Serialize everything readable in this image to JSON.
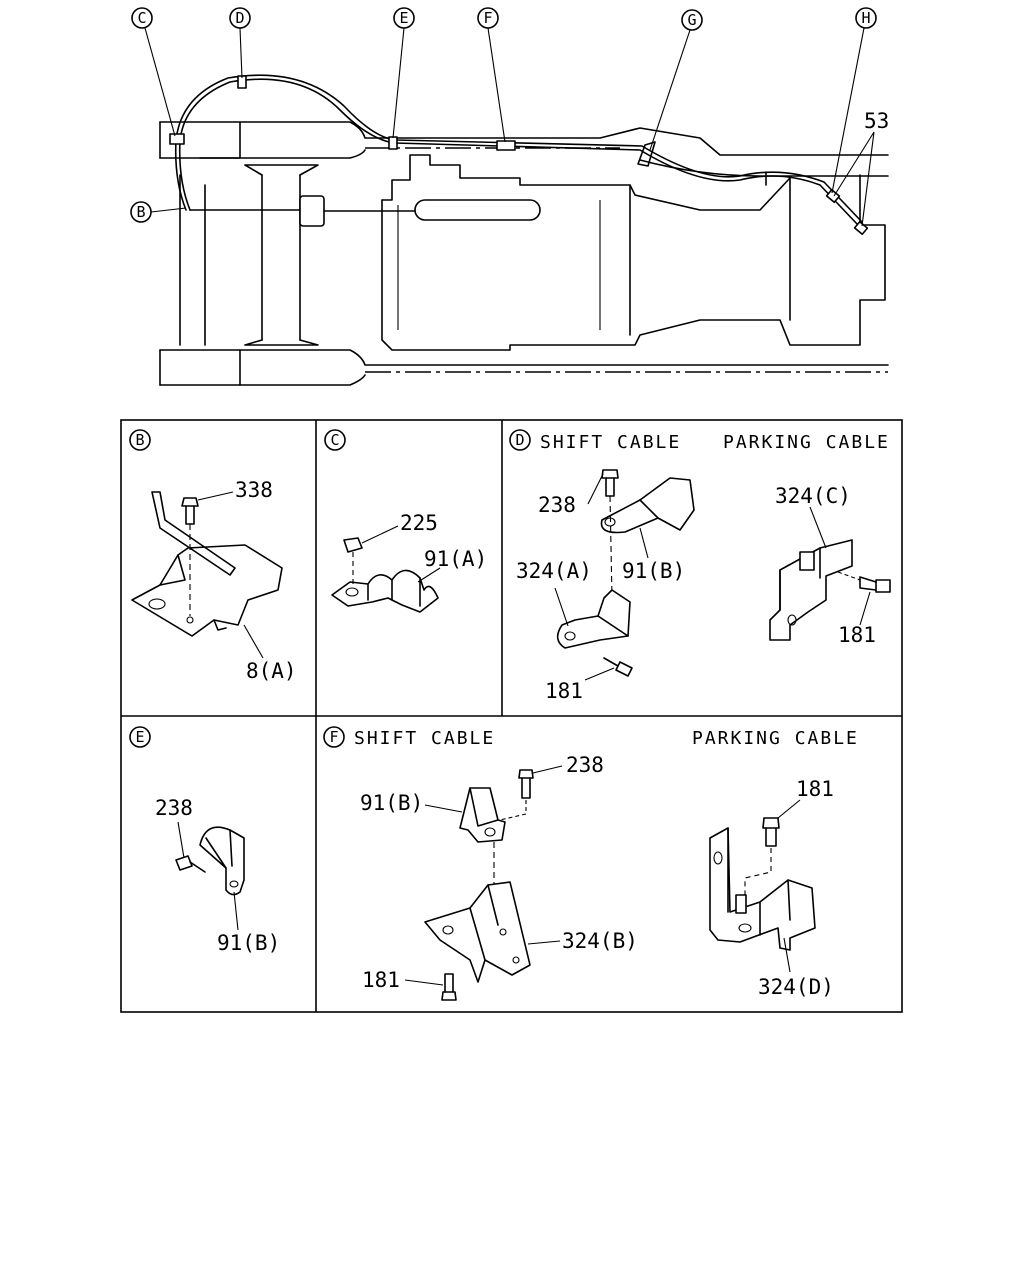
{
  "overview": {
    "callouts": [
      {
        "letter": "C"
      },
      {
        "letter": "D"
      },
      {
        "letter": "E"
      },
      {
        "letter": "F"
      },
      {
        "letter": "G"
      },
      {
        "letter": "H"
      },
      {
        "letter": "B"
      }
    ],
    "part_53": "53"
  },
  "panels": {
    "B": {
      "letter": "B",
      "parts": [
        "338",
        "8(A)"
      ]
    },
    "C": {
      "letter": "C",
      "parts": [
        "225",
        "91(A)"
      ]
    },
    "D": {
      "letter": "D",
      "caption_left": "SHIFT CABLE",
      "caption_right": "PARKING CABLE",
      "parts": [
        "238",
        "91(B)",
        "324(A)",
        "181",
        "324(C)",
        "181"
      ]
    },
    "E": {
      "letter": "E",
      "parts": [
        "238",
        "91(B)"
      ]
    },
    "F": {
      "letter": "F",
      "caption_left": "SHIFT CABLE",
      "caption_right": "PARKING CABLE",
      "parts": [
        "238",
        "91(B)",
        "324(B)",
        "181",
        "181",
        "324(D)"
      ]
    }
  }
}
